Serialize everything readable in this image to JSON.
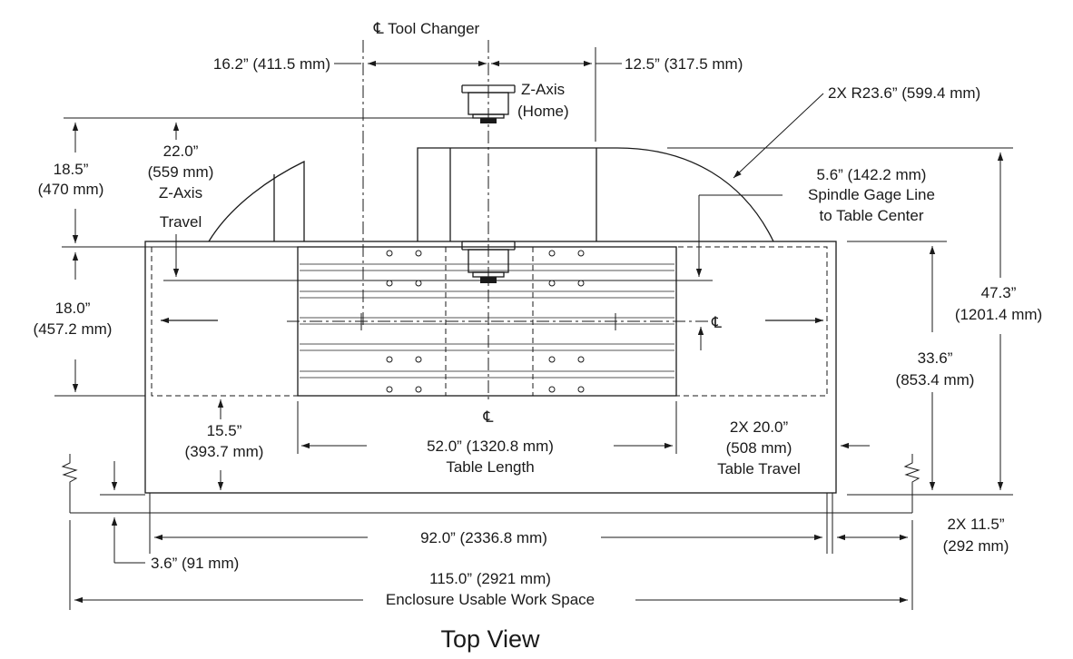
{
  "title": "Top View",
  "labels": {
    "tool_changer": "℄ Tool Changer",
    "left_tc_dim": "16.2” (411.5 mm)",
    "right_tc_dim": "12.5” (317.5 mm)",
    "z_axis_home_1": "Z-Axis",
    "z_axis_home_2": "(Home)",
    "radius": "2X R23.6” (599.4 mm)",
    "spindle_1": "5.6” (142.2 mm)",
    "spindle_2": "Spindle Gage Line",
    "spindle_3": "to Table Center",
    "d185_1": "18.5”",
    "d185_2": "(470 mm)",
    "d220_1": "22.0”",
    "d220_2": "(559 mm)",
    "d220_3": "Z-Axis",
    "d220_4": "Travel",
    "d180_1": "18.0”",
    "d180_2": "(457.2 mm)",
    "d473_1": "47.3”",
    "d473_2": "(1201.4 mm)",
    "d336_1": "33.6”",
    "d336_2": "(853.4 mm)",
    "centerline_h": "℄",
    "centerline_v": "℄",
    "d155_1": "15.5”",
    "d155_2": "(393.7 mm)",
    "table_len_1": "52.0” (1320.8 mm)",
    "table_len_2": "Table Length",
    "travel_1": "2X 20.0”",
    "travel_2": "(508 mm)",
    "travel_3": "Table Travel",
    "d920": "92.0” (2336.8 mm)",
    "d115_1": "2X 11.5”",
    "d115_2": "(292 mm)",
    "d36": "3.6” (91 mm)",
    "d1150_1": "115.0” (2921 mm)",
    "d1150_2": "Enclosure Usable Work Space"
  }
}
